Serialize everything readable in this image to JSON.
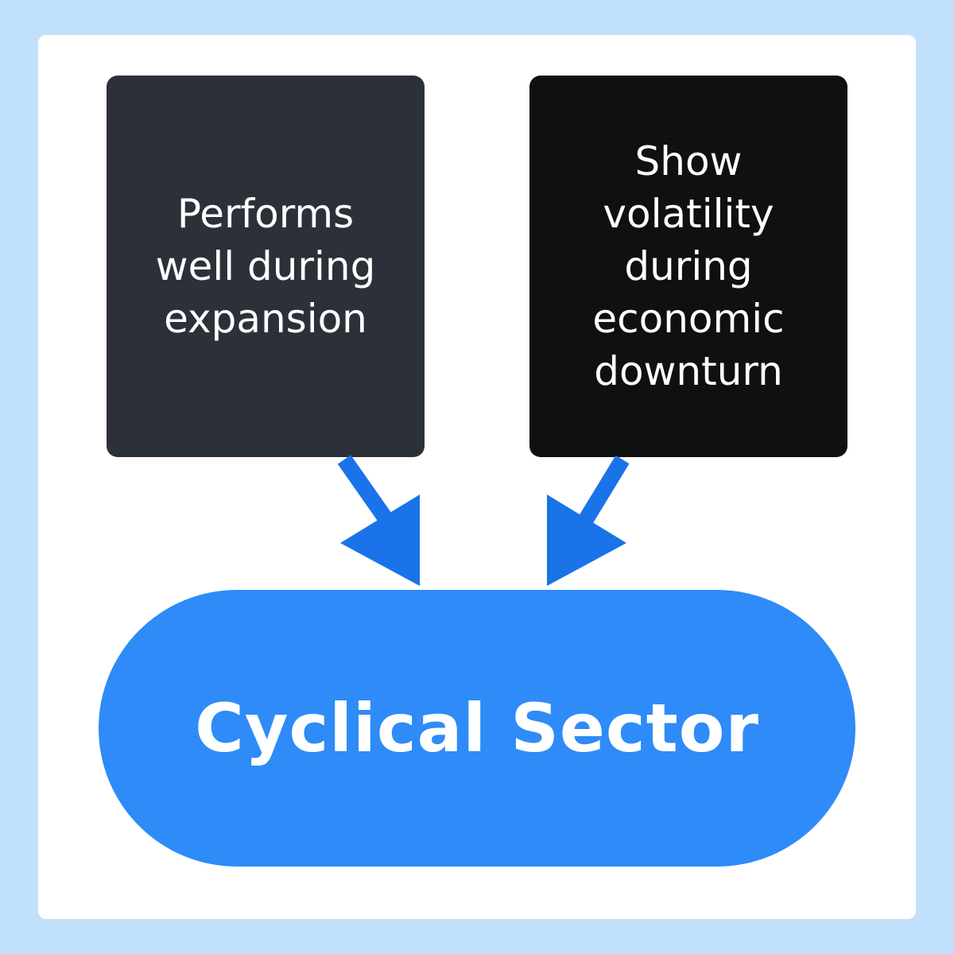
{
  "colors": {
    "background": "#c1e0fb",
    "frame": "#ffffff",
    "box_left": "#2c3139",
    "box_right": "#0e1012",
    "arrow": "#1a73e8",
    "pill": "#2e8bf7",
    "text": "#ffffff"
  },
  "diagram": {
    "left_box": {
      "text": "Performs\nwell during\nexpansion"
    },
    "right_box": {
      "text": "Show\nvolatility\nduring\neconomic\ndownturn"
    },
    "target": {
      "label": "Cyclical Sector"
    },
    "connections": [
      {
        "from": "left_box",
        "to": "target"
      },
      {
        "from": "right_box",
        "to": "target"
      }
    ]
  }
}
